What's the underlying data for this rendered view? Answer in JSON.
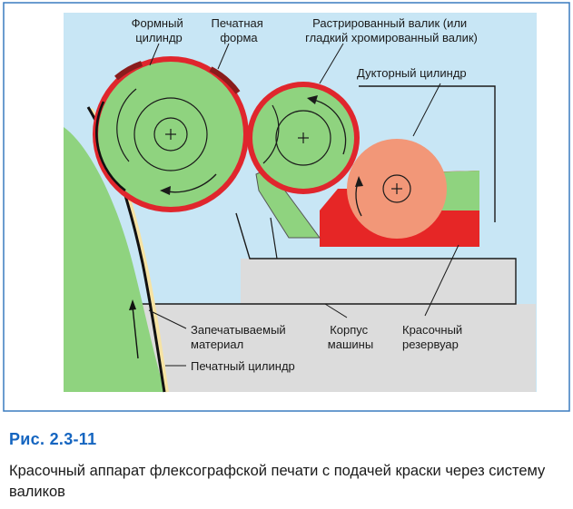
{
  "labels": {
    "forme_cylinder": [
      "Формный",
      "цилиндр"
    ],
    "printing_plate": [
      "Печатная",
      "форма"
    ],
    "anilox_roller": [
      "Растрированный валик (или",
      "гладкий хромированный валик)"
    ],
    "ductor_roller": "Дукторный цилиндр",
    "substrate": [
      "Запечатываемый",
      "материал"
    ],
    "machine_frame": [
      "Корпус",
      "машины"
    ],
    "ink_reservoir": [
      "Красочный",
      "резервуар"
    ],
    "impression_cylinder": "Печатный цилиндр"
  },
  "caption": {
    "number": "Рис. 2.3-11",
    "text": "Красочный аппарат флексографской печати с подачей краски через систему валиков"
  },
  "colors": {
    "background": "#c8e6f5",
    "frame_panel": "#dcdcdc",
    "cylinder_green": "#8fd37f",
    "plate_red": "#e0262d",
    "ink_red": "#e62626",
    "ductor_salmon": "#f29778",
    "border": "#3a7bbf"
  }
}
